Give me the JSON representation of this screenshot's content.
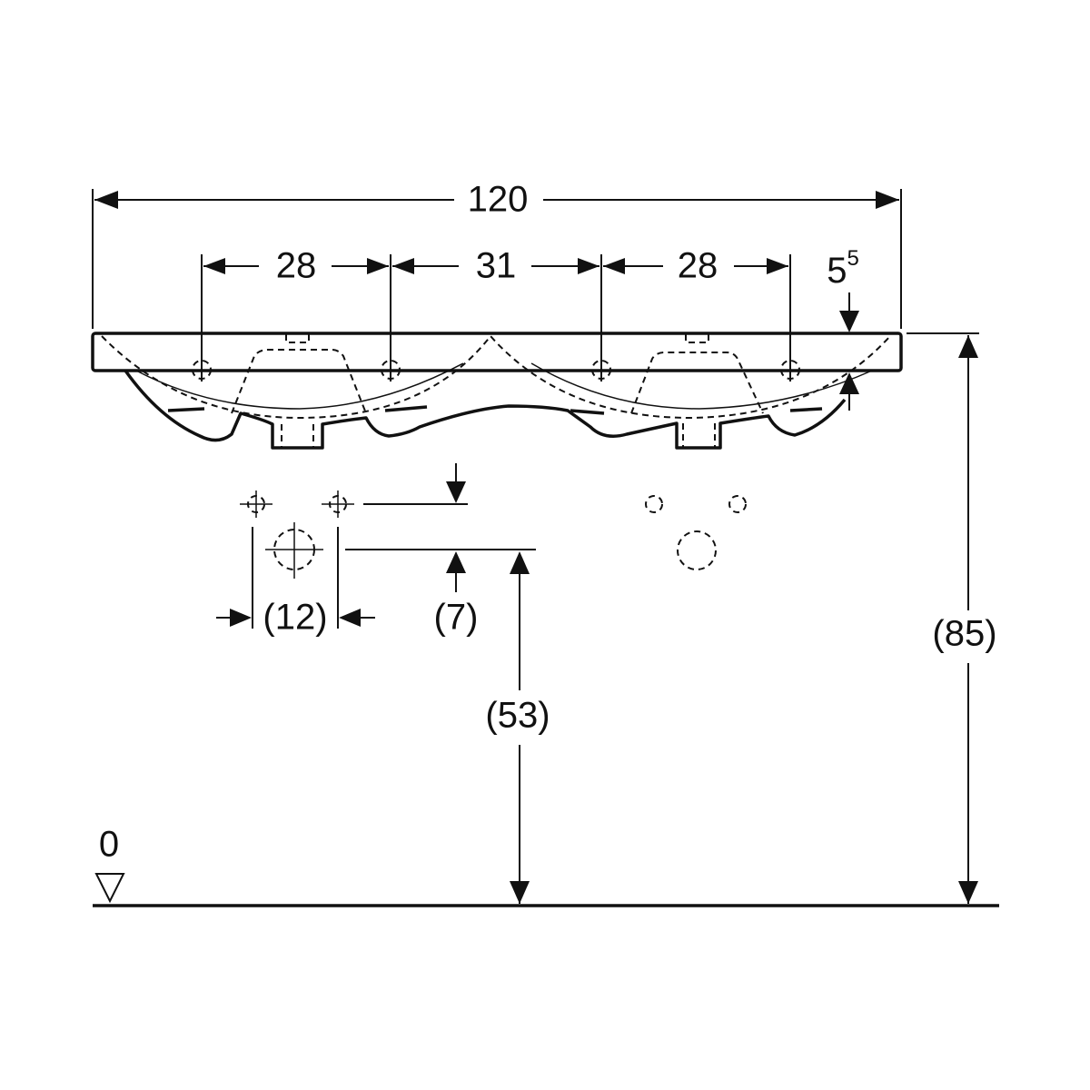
{
  "drawing": {
    "overall_width": "120",
    "hole_spacing_left": "28",
    "hole_spacing_center": "31",
    "hole_spacing_right": "28",
    "rim_thickness_base": "5",
    "rim_thickness_sup": "5",
    "total_height": "(85)",
    "outlet_height": "(53)",
    "tap_hole_offset_vertical": "(7)",
    "tap_hole_spacing": "(12)",
    "floor_level": "0"
  }
}
